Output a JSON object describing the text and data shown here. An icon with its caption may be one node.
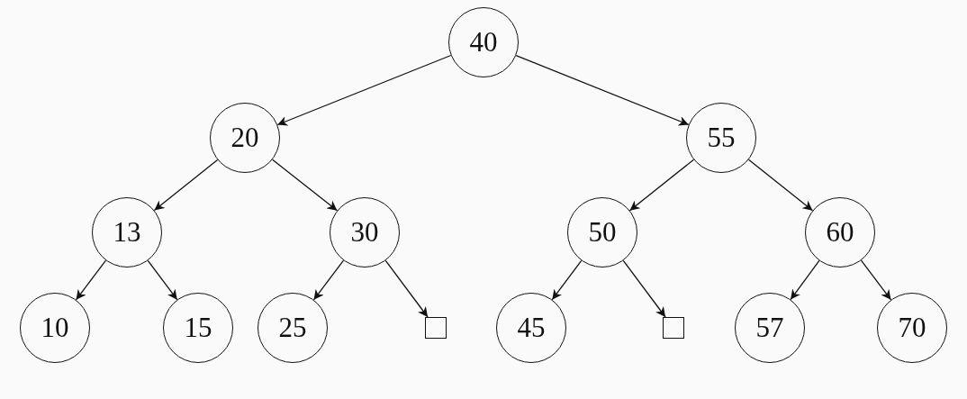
{
  "diagram": {
    "nodes": [
      {
        "text": [
          "40"
        ]
      },
      {
        "text": [
          "20"
        ]
      },
      {
        "text": [
          "55"
        ]
      },
      {
        "text": [
          "13"
        ]
      },
      {
        "text": [
          "30"
        ]
      },
      {
        "text": [
          "50"
        ]
      },
      {
        "text": [
          "60"
        ]
      },
      {
        "text": [
          "10"
        ]
      },
      {
        "text": [
          "15"
        ]
      },
      {
        "text": [
          "25"
        ]
      },
      {
        "text": [],
        "shape": "box"
      },
      {
        "text": [
          "45"
        ]
      },
      {
        "text": [],
        "shape": "box"
      },
      {
        "text": [
          "57"
        ]
      },
      {
        "text": [
          "70"
        ]
      }
    ],
    "edges": [
      {
        "from": 0,
        "to": 1,
        "arrow": "to"
      },
      {
        "from": 0,
        "to": 2,
        "arrow": "to"
      },
      {
        "from": 1,
        "to": 3,
        "arrow": "to"
      },
      {
        "from": 1,
        "to": 4,
        "arrow": "to"
      },
      {
        "from": 2,
        "to": 5,
        "arrow": "to"
      },
      {
        "from": 2,
        "to": 6,
        "arrow": "to"
      },
      {
        "from": 3,
        "to": 7,
        "arrow": "to"
      },
      {
        "from": 3,
        "to": 8,
        "arrow": "to"
      },
      {
        "from": 4,
        "to": 9,
        "arrow": "to"
      },
      {
        "from": 4,
        "to": 10,
        "arrow": "to"
      },
      {
        "from": 5,
        "to": 11,
        "arrow": "to"
      },
      {
        "from": 5,
        "to": 12,
        "arrow": "to"
      },
      {
        "from": 6,
        "to": 13,
        "arrow": "to"
      },
      {
        "from": 6,
        "to": 14,
        "arrow": "to"
      }
    ]
  }
}
